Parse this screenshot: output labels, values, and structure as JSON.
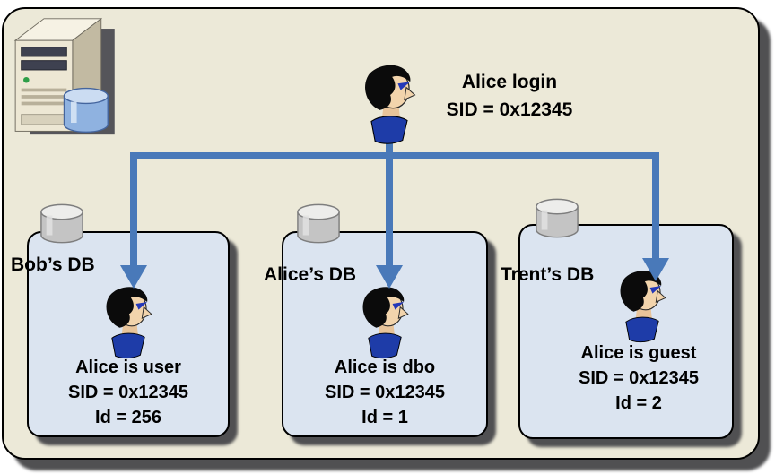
{
  "login": {
    "name": "Alice login",
    "sid": "SID = 0x12345"
  },
  "databases": [
    {
      "name": "Bob’s DB",
      "role": "Alice is user",
      "sid": "SID = 0x12345",
      "id": "Id = 256"
    },
    {
      "name": "Alice’s DB",
      "role": "Alice is dbo",
      "sid": "SID = 0x12345",
      "id": "Id = 1"
    },
    {
      "name": "Trent’s DB",
      "role": "Alice is guest",
      "sid": "SID = 0x12345",
      "id": "Id = 2"
    }
  ],
  "icons": {
    "server": "server-icon",
    "person": "person-icon",
    "database_cylinder": "database-cylinder-icon",
    "arrow": "flow-arrow-down"
  },
  "colors": {
    "panel_background": "#ECE9D8",
    "db_box_fill": "#DBE4F0",
    "arrow_blue": "#4979B9",
    "collar_blue": "#1E3CA8",
    "border": "#000000",
    "shadow": "#505052"
  }
}
